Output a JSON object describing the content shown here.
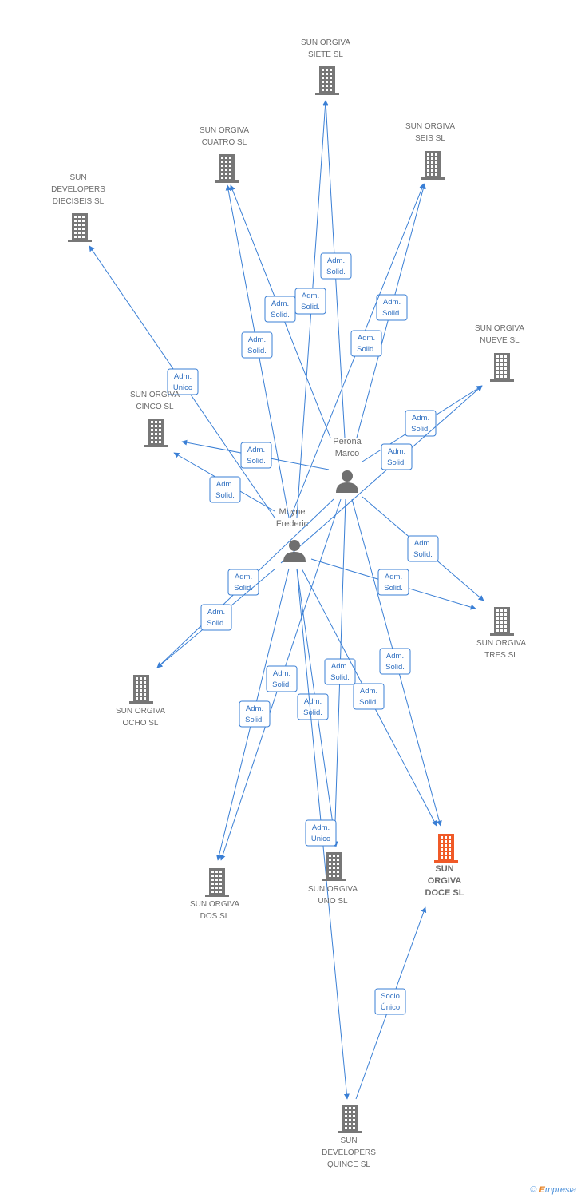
{
  "colors": {
    "edge": "#3a7fd5",
    "building": "#777777",
    "focus": "#f05a28",
    "person": "#6f6f6f"
  },
  "people": [
    {
      "id": "perona",
      "lines": [
        "Perona",
        "Marco"
      ]
    },
    {
      "id": "moyne",
      "lines": [
        "Moyne",
        "Frederic"
      ]
    }
  ],
  "companies": [
    {
      "id": "siete",
      "lines": [
        "SUN ORGIVA",
        "SIETE SL"
      ],
      "focus": false
    },
    {
      "id": "cuatro",
      "lines": [
        "SUN ORGIVA",
        "CUATRO SL"
      ],
      "focus": false
    },
    {
      "id": "seis",
      "lines": [
        "SUN ORGIVA",
        "SEIS SL"
      ],
      "focus": false
    },
    {
      "id": "dieciseis",
      "lines": [
        "SUN",
        "DEVELOPERS",
        "DIECISEIS SL"
      ],
      "focus": false
    },
    {
      "id": "nueve",
      "lines": [
        "SUN ORGIVA",
        "NUEVE SL"
      ],
      "focus": false
    },
    {
      "id": "cinco",
      "lines": [
        "SUN ORGIVA",
        "CINCO SL"
      ],
      "focus": false
    },
    {
      "id": "tres",
      "lines": [
        "SUN ORGIVA",
        "TRES SL"
      ],
      "focus": false
    },
    {
      "id": "ocho",
      "lines": [
        "SUN ORGIVA",
        "OCHO SL"
      ],
      "focus": false
    },
    {
      "id": "dos",
      "lines": [
        "SUN ORGIVA",
        "DOS SL"
      ],
      "focus": false
    },
    {
      "id": "uno",
      "lines": [
        "SUN ORGIVA",
        "UNO SL"
      ],
      "focus": false
    },
    {
      "id": "doce",
      "lines": [
        "SUN",
        "ORGIVA",
        "DOCE SL"
      ],
      "focus": true
    },
    {
      "id": "quince",
      "lines": [
        "SUN",
        "DEVELOPERS",
        "QUINCE SL"
      ],
      "focus": false
    }
  ],
  "edges": [
    {
      "from": "perona",
      "to": "siete",
      "label": [
        "Adm.",
        "Solid."
      ]
    },
    {
      "from": "moyne",
      "to": "siete",
      "label": [
        "Adm.",
        "Solid."
      ]
    },
    {
      "from": "perona",
      "to": "cuatro",
      "label": [
        "Adm.",
        "Solid."
      ]
    },
    {
      "from": "moyne",
      "to": "cuatro",
      "label": [
        "Adm.",
        "Solid."
      ]
    },
    {
      "from": "perona",
      "to": "seis",
      "label": [
        "Adm.",
        "Solid."
      ]
    },
    {
      "from": "moyne",
      "to": "seis",
      "label": [
        "Adm.",
        "Solid."
      ]
    },
    {
      "from": "moyne",
      "to": "dieciseis",
      "label": [
        "Adm.",
        "Unico"
      ]
    },
    {
      "from": "perona",
      "to": "nueve",
      "label": [
        "Adm.",
        "Solid."
      ]
    },
    {
      "from": "moyne",
      "to": "nueve",
      "label": [
        "Adm.",
        "Solid."
      ]
    },
    {
      "from": "perona",
      "to": "cinco",
      "label": [
        "Adm.",
        "Solid."
      ]
    },
    {
      "from": "moyne",
      "to": "cinco",
      "label": [
        "Adm.",
        "Solid."
      ]
    },
    {
      "from": "perona",
      "to": "tres",
      "label": [
        "Adm.",
        "Solid."
      ]
    },
    {
      "from": "moyne",
      "to": "tres",
      "label": [
        "Adm.",
        "Solid."
      ]
    },
    {
      "from": "perona",
      "to": "ocho",
      "label": [
        "Adm.",
        "Solid."
      ]
    },
    {
      "from": "moyne",
      "to": "ocho",
      "label": [
        "Adm.",
        "Solid."
      ]
    },
    {
      "from": "perona",
      "to": "dos",
      "label": [
        "Adm.",
        "Solid."
      ]
    },
    {
      "from": "moyne",
      "to": "dos",
      "label": [
        "Adm.",
        "Solid."
      ]
    },
    {
      "from": "perona",
      "to": "uno",
      "label": [
        "Adm.",
        "Solid."
      ]
    },
    {
      "from": "moyne",
      "to": "uno",
      "label": [
        "Adm.",
        "Solid."
      ]
    },
    {
      "from": "perona",
      "to": "doce",
      "label": [
        "Adm.",
        "Solid."
      ]
    },
    {
      "from": "moyne",
      "to": "doce",
      "label": [
        "Adm.",
        "Solid."
      ]
    },
    {
      "from": "moyne",
      "to": "quince",
      "label": [
        "Adm.",
        "Unico"
      ]
    },
    {
      "from": "quince",
      "to": "doce",
      "label": [
        "Socio",
        "Único"
      ]
    }
  ],
  "brand": {
    "copyright": "©",
    "initial": "E",
    "rest": "mpresia"
  }
}
